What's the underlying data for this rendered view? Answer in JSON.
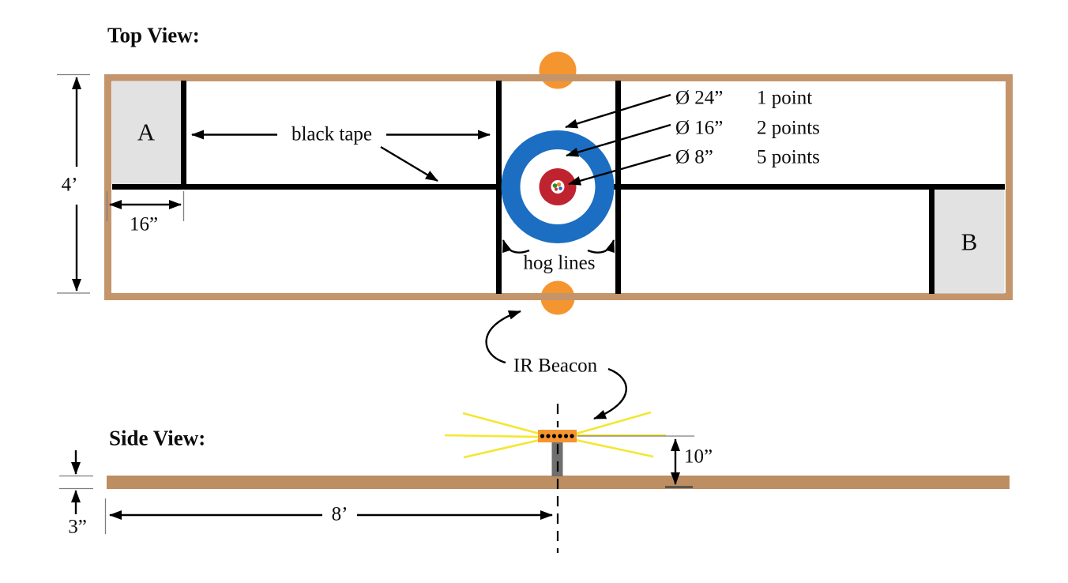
{
  "top_view": {
    "title": "Top View:",
    "zone_a_label": "A",
    "zone_b_label": "B",
    "black_tape_label": "black tape",
    "hog_lines_label": "hog lines",
    "height_dim": "4’",
    "zone_width_dim": "16”",
    "scoring": [
      {
        "diameter": "Ø 24”",
        "points": "1 point"
      },
      {
        "diameter": "Ø 16”",
        "points": "2 points"
      },
      {
        "diameter": "Ø 8”",
        "points": "5 points"
      }
    ]
  },
  "side_view": {
    "title": "Side View:",
    "ir_beacon_label": "IR Beacon",
    "beacon_height_dim": "10”",
    "table_thickness_dim": "3”",
    "beacon_distance_dim": "8’"
  },
  "colors": {
    "field_border_tan": "#C4956B",
    "table_brown": "#BC8E61",
    "beacon_orange": "#F5952F",
    "ring_blue": "#1B6EC1",
    "ring_red": "#C02330",
    "zone_gray": "#E2E2E2",
    "post_gray": "#6F6F6F",
    "ray_yellow": "#F3E733",
    "line_black": "#000000"
  }
}
